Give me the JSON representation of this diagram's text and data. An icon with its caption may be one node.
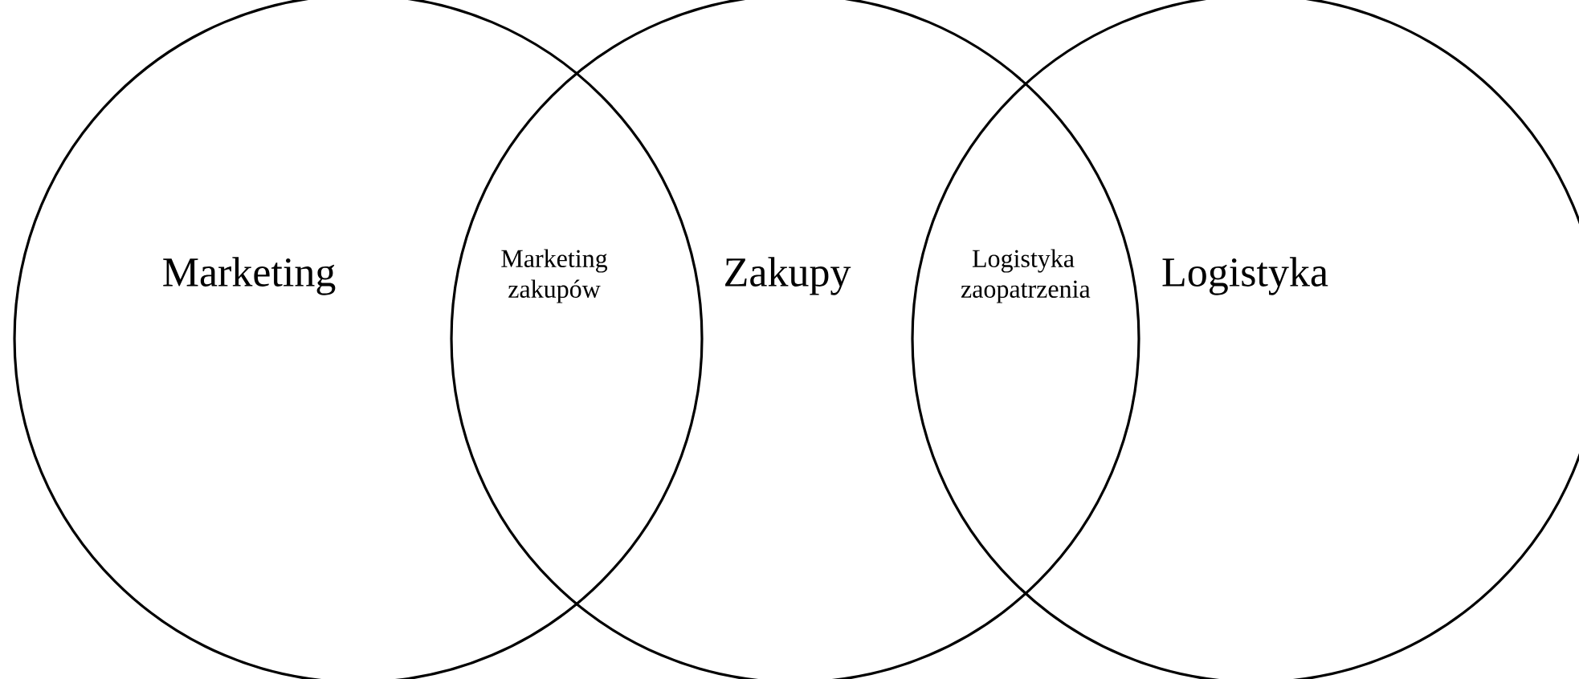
{
  "diagram": {
    "nodes": [
      {
        "text": [
          "Marketing"
        ]
      },
      {
        "text": [
          "Zakupy"
        ]
      },
      {
        "text": [
          "Logistyka"
        ]
      }
    ],
    "labels": [
      "Marketing zakupów",
      "Logistyka zaopatrzenia"
    ]
  }
}
